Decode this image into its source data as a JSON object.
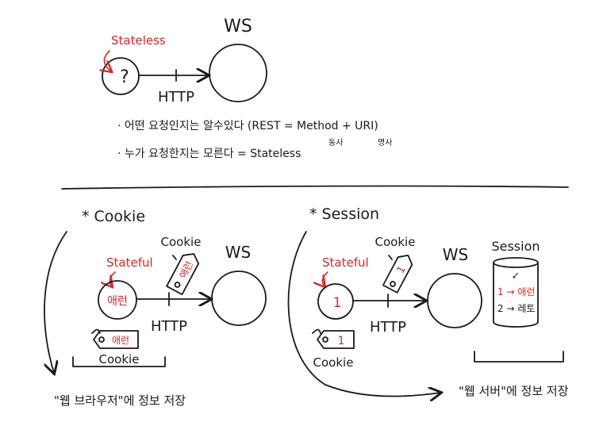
{
  "colors": {
    "ink": "#1a1a1a",
    "accent": "#d62828",
    "background": "#ffffff"
  },
  "top": {
    "client": "?",
    "client_state": "Stateless",
    "server": "WS",
    "protocol": "HTTP",
    "note1": "· 어떤 요청인지는 알수있다 (REST = Method + URI)",
    "note1_method_gloss": "동사",
    "note1_uri_gloss": "명사",
    "note2": "· 누가 요청한지는 모른다 = Stateless"
  },
  "cookie": {
    "title": "* Cookie",
    "client_state": "Stateful",
    "client": "애런",
    "server": "WS",
    "protocol": "HTTP",
    "tag_label": "Cookie",
    "tag_value": "애런",
    "stored_tag_value": "애런",
    "stored_label": "Cookie",
    "storage_note": "\"웹 브라우저\"에 정보 저장"
  },
  "session": {
    "title": "* Session",
    "client_state": "Stateful",
    "client": "1",
    "server": "WS",
    "protocol": "HTTP",
    "tag_label": "Cookie",
    "tag_value": "1",
    "stored_tag_value": "1",
    "stored_label": "Cookie",
    "store_label": "Session",
    "store_check": "✓",
    "store_rows": [
      "1 → 애런",
      "2 → 레토"
    ],
    "storage_note": "\"웹 서버\"에 정보 저장"
  }
}
